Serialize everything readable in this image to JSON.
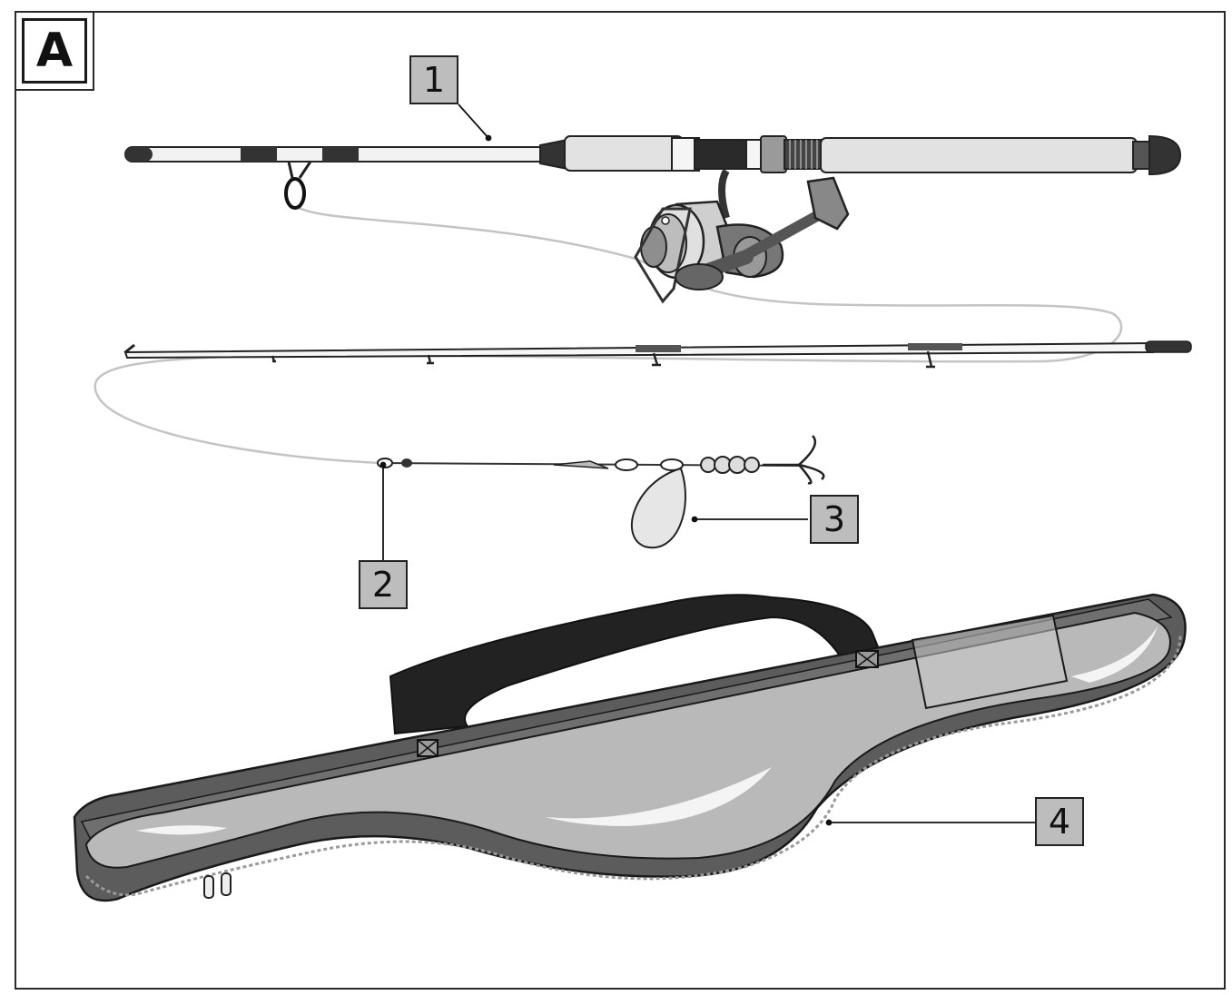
{
  "figure_label": "A",
  "callouts": [
    {
      "id": "1",
      "label": "1"
    },
    {
      "id": "2",
      "label": "2"
    },
    {
      "id": "3",
      "label": "3"
    },
    {
      "id": "4",
      "label": "4"
    }
  ],
  "colors": {
    "ink": "#1f1f1f",
    "callout_fill": "#bdbdbd",
    "bag_body": "#5c5c5c",
    "bag_window": "#b9b9b9",
    "grip": "#e2e2e2",
    "line": "#c4c4c4"
  }
}
